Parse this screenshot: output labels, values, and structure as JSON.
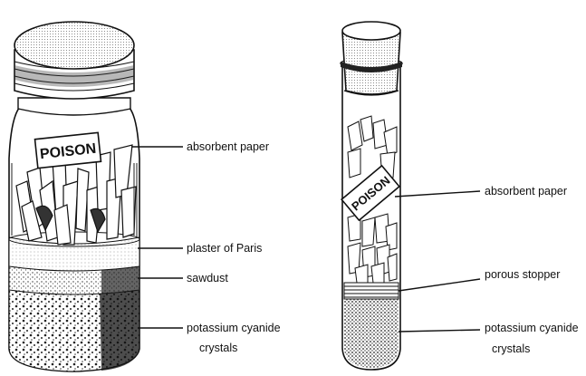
{
  "jar": {
    "poison_label": "POISON",
    "labels": {
      "absorbent_paper": "absorbent paper",
      "plaster": "plaster of Paris",
      "sawdust": "sawdust",
      "cyanide_line1": "potassium cyanide",
      "cyanide_line2": "crystals"
    }
  },
  "tube": {
    "poison_label": "POISON",
    "labels": {
      "absorbent_paper": "absorbent paper",
      "porous_stopper": "porous stopper",
      "cyanide_line1": "potassium cyanide",
      "cyanide_line2": "crystals"
    }
  },
  "colors": {
    "ink": "#111111",
    "background": "#ffffff"
  }
}
